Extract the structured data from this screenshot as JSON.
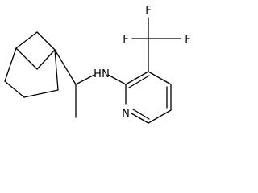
{
  "molecule": {
    "atoms": {
      "fluorine_top": "F",
      "fluorine_left": "F",
      "fluorine_right": "F",
      "amine_nitrogen": "N",
      "amine_hydrogen": "H",
      "ring_nitrogen": "N"
    },
    "colors": {
      "bond": "#000000",
      "label": "#000000",
      "background": "#ffffff"
    }
  }
}
